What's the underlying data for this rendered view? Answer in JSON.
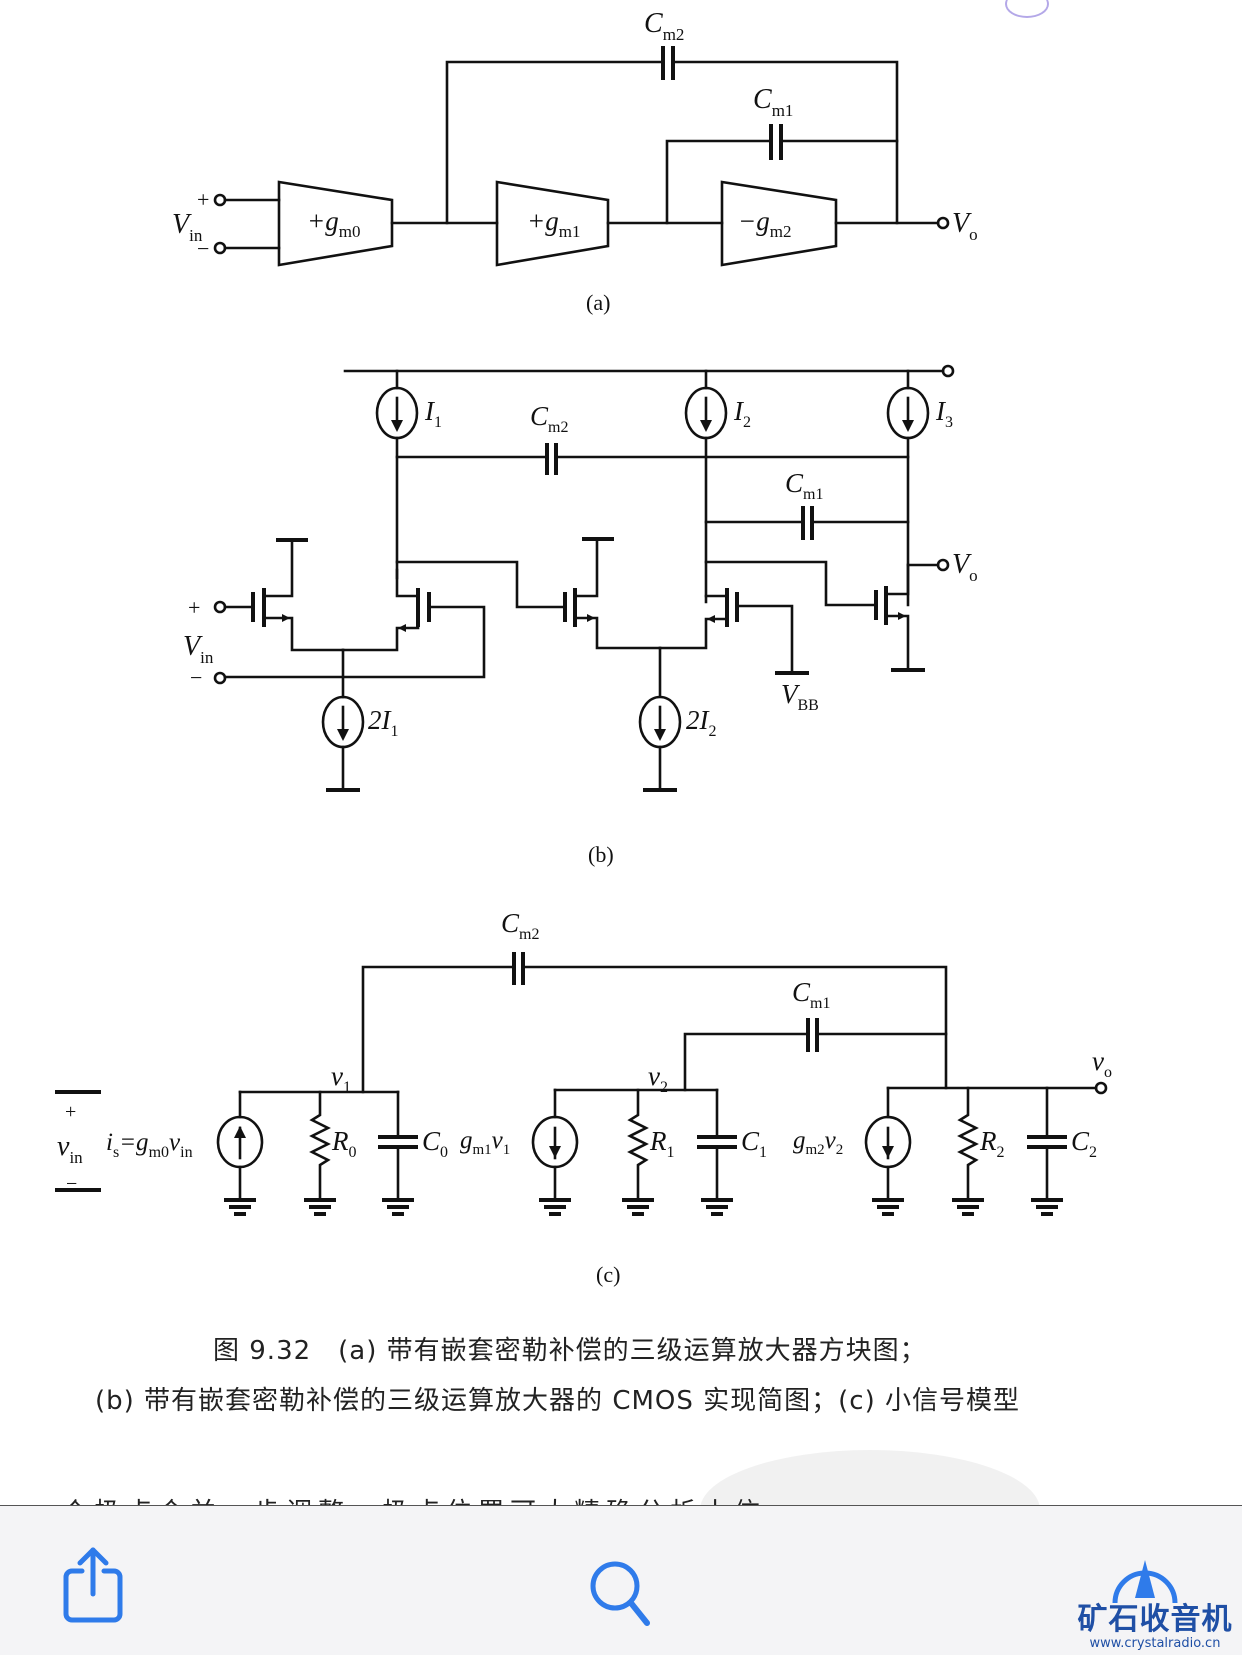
{
  "figure": {
    "panel_a": {
      "label": "(a)",
      "input_label": "V",
      "input_sub": "in",
      "plus": "+",
      "minus": "−",
      "output_label": "V",
      "output_sub": "o",
      "stages": [
        {
          "sign": "+",
          "g": "g",
          "sub": "m0"
        },
        {
          "sign": "+",
          "g": "g",
          "sub": "m1"
        },
        {
          "sign": "−",
          "g": "g",
          "sub": "m2"
        }
      ],
      "caps": [
        {
          "name": "C",
          "sub": "m2"
        },
        {
          "name": "C",
          "sub": "m1"
        }
      ]
    },
    "panel_b": {
      "label": "(b)",
      "sources_top": [
        {
          "name": "I",
          "sub": "1"
        },
        {
          "name": "I",
          "sub": "2"
        },
        {
          "name": "I",
          "sub": "3"
        }
      ],
      "sources_tail": [
        {
          "prefix": "2",
          "name": "I",
          "sub": "1"
        },
        {
          "prefix": "2",
          "name": "I",
          "sub": "2"
        }
      ],
      "caps": [
        {
          "name": "C",
          "sub": "m2"
        },
        {
          "name": "C",
          "sub": "m1"
        }
      ],
      "input_label": "V",
      "input_sub": "in",
      "plus": "+",
      "minus": "−",
      "output_label": "V",
      "output_sub": "o",
      "bias_label": "V",
      "bias_sub": "BB"
    },
    "panel_c": {
      "label": "(c)",
      "vin": "v",
      "vin_sub": "in",
      "plus": "+",
      "minus": "−",
      "is_label": "i",
      "is_sub": "s",
      "is_eq": "=g",
      "is_eq_sub": "m0",
      "is_eq_tail": "v",
      "is_eq_tail_sub": "in",
      "nodes": [
        {
          "name": "v",
          "sub": "1"
        },
        {
          "name": "v",
          "sub": "2"
        },
        {
          "name": "v",
          "sub": "o"
        }
      ],
      "stages": [
        {
          "src": "",
          "src_sub": "",
          "R": "R",
          "R_sub": "0",
          "C": "C",
          "C_sub": "0"
        },
        {
          "src": "g",
          "src_sub": "m1",
          "src_v": "v",
          "src_v_sub": "1",
          "R": "R",
          "R_sub": "1",
          "C": "C",
          "C_sub": "1"
        },
        {
          "src": "g",
          "src_sub": "m2",
          "src_v": "v",
          "src_v_sub": "2",
          "R": "R",
          "R_sub": "2",
          "C": "C",
          "C_sub": "2"
        }
      ],
      "caps": [
        {
          "name": "C",
          "sub": "m2"
        },
        {
          "name": "C",
          "sub": "m1"
        }
      ]
    }
  },
  "caption": {
    "line1": "图 9.32　(a) 带有嵌套密勒补偿的三级运算放大器方块图；",
    "line2": "(b) 带有嵌套密勒补偿的三级运算放大器的 CMOS 实现简图；(c) 小信号模型"
  },
  "next_text_cut": "一个极点合并一步调整，极点位置可大精确分析小信",
  "toolbar": {
    "share": "share-icon",
    "search": "search-icon",
    "compass": "compass-icon",
    "accent": "#2f7bea"
  },
  "watermark": {
    "name": "矿石收音机",
    "url": "www.crystalradio.cn",
    "color": "#1f4fa5"
  }
}
